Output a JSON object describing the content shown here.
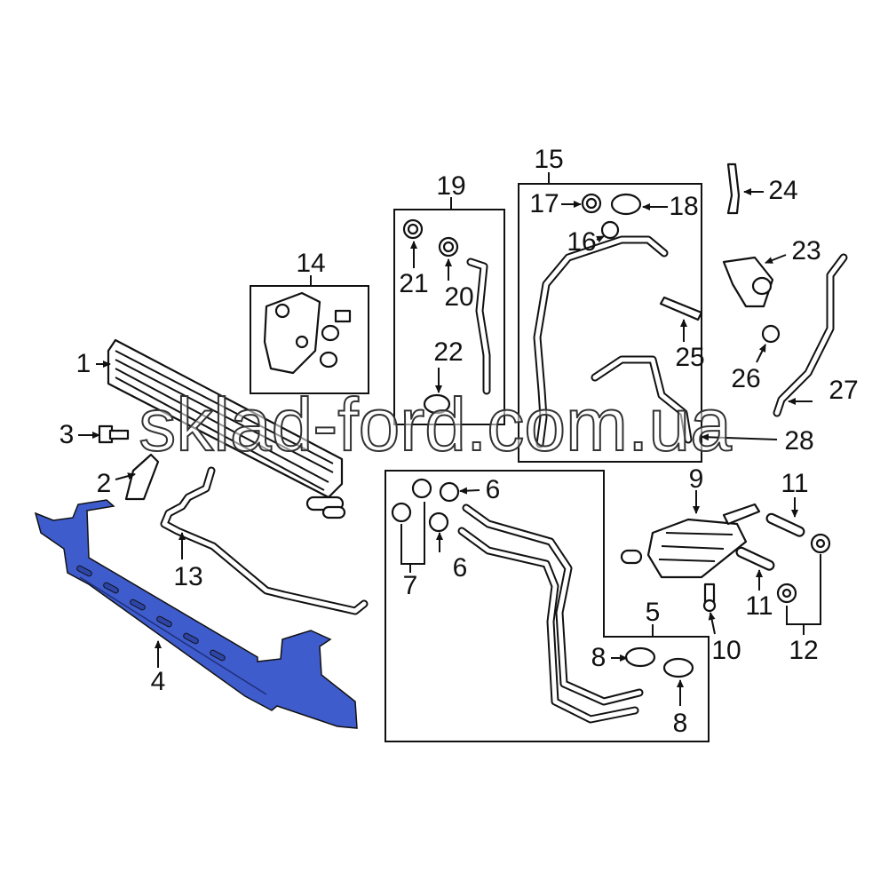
{
  "watermark": "sklad-ford.com.ua",
  "colors": {
    "highlight_part": "#3f5ccc",
    "line": "#111111"
  },
  "callouts": [
    {
      "id": "c1",
      "text": "1"
    },
    {
      "id": "c2",
      "text": "2"
    },
    {
      "id": "c3",
      "text": "3"
    },
    {
      "id": "c4",
      "text": "4"
    },
    {
      "id": "c5",
      "text": "5"
    },
    {
      "id": "c6a",
      "text": "6"
    },
    {
      "id": "c6b",
      "text": "6"
    },
    {
      "id": "c7",
      "text": "7"
    },
    {
      "id": "c8a",
      "text": "8"
    },
    {
      "id": "c8b",
      "text": "8"
    },
    {
      "id": "c9",
      "text": "9"
    },
    {
      "id": "c10",
      "text": "10"
    },
    {
      "id": "c11a",
      "text": "11"
    },
    {
      "id": "c11b",
      "text": "11"
    },
    {
      "id": "c12",
      "text": "12"
    },
    {
      "id": "c13",
      "text": "13"
    },
    {
      "id": "c14",
      "text": "14"
    },
    {
      "id": "c15",
      "text": "15"
    },
    {
      "id": "c16",
      "text": "16"
    },
    {
      "id": "c17",
      "text": "17"
    },
    {
      "id": "c18",
      "text": "18"
    },
    {
      "id": "c19",
      "text": "19"
    },
    {
      "id": "c20",
      "text": "20"
    },
    {
      "id": "c21",
      "text": "21"
    },
    {
      "id": "c22",
      "text": "22"
    },
    {
      "id": "c23",
      "text": "23"
    },
    {
      "id": "c24",
      "text": "24"
    },
    {
      "id": "c25",
      "text": "25"
    },
    {
      "id": "c26",
      "text": "26"
    },
    {
      "id": "c27",
      "text": "27"
    },
    {
      "id": "c28",
      "text": "28"
    }
  ]
}
